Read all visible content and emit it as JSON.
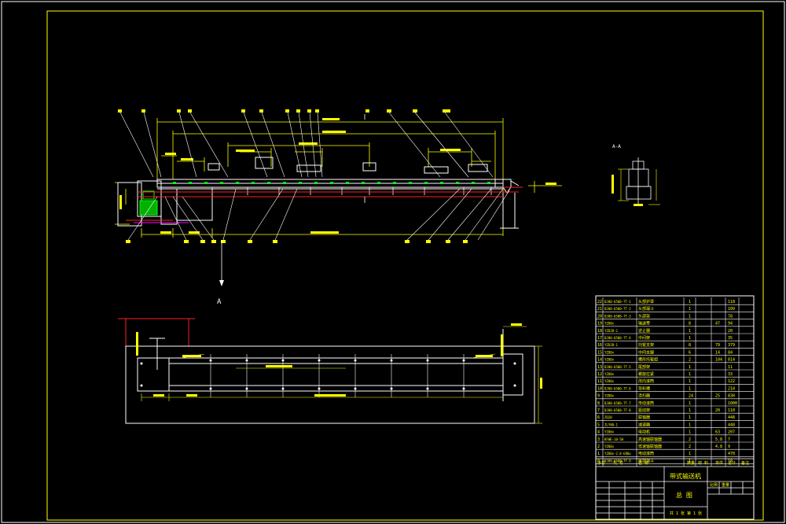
{
  "title_block": {
    "machine_name": "带式输送机",
    "drawing_name": "总 图",
    "sheet_text": "共 1 张  第 1 张",
    "scale_label": "比例",
    "mass_label": "重量",
    "remarks_label": "备注"
  },
  "bom_header": {
    "no": "序号",
    "code": "代 号",
    "name": "名 称",
    "qty": "数量",
    "material": "材 料",
    "single": "单件",
    "total": "总计",
    "note": "备注"
  },
  "bom": [
    {
      "no": "22",
      "code": "DJ80-6500-7T-1",
      "name": "头部护罩",
      "qty": "1",
      "total": "118"
    },
    {
      "no": "21",
      "code": "DJ80-6500-7T-2",
      "name": "头部漏斗",
      "qty": "1",
      "total": "109"
    },
    {
      "no": "20",
      "code": "DJ80-6500-7T-3",
      "name": "头部架",
      "qty": "1",
      "total": "78"
    },
    {
      "no": "19",
      "code": "YZ80x",
      "name": "输送带",
      "qty": "8",
      "single": "47",
      "total": "94"
    },
    {
      "no": "18",
      "code": "YZDJB-2",
      "name": "逆止器",
      "qty": "1",
      "total": "20"
    },
    {
      "no": "17",
      "code": "DJ80-6500-7T-4",
      "name": "中间架",
      "qty": "1",
      "total": "35"
    },
    {
      "no": "16",
      "code": "YZDJB-1",
      "name": "托辊支架",
      "qty": "8",
      "single": "79",
      "total": "379"
    },
    {
      "no": "15",
      "code": "YZ80x",
      "name": "中间支腿",
      "qty": "6",
      "single": "14",
      "total": "84"
    },
    {
      "no": "14",
      "code": "YZ80x",
      "name": "槽形托辊组",
      "qty": "2",
      "single": "104",
      "total": "814"
    },
    {
      "no": "13",
      "code": "DJ80-6500-7T-5",
      "name": "尾部架",
      "qty": "1",
      "total": "11"
    },
    {
      "no": "12",
      "code": "YZ80x",
      "name": "螺旋拉紧",
      "qty": "1",
      "total": "33"
    },
    {
      "no": "11",
      "code": "YZ80x",
      "name": "改向滚筒",
      "qty": "1",
      "total": "122"
    },
    {
      "no": "10",
      "code": "DJ80-6500-7T-6",
      "name": "导料槽",
      "qty": "1",
      "total": "210"
    },
    {
      "no": "9",
      "code": "YZ80x",
      "name": "清扫器",
      "qty": "24",
      "single": "25",
      "total": "830"
    },
    {
      "no": "8",
      "code": "DJ80-6500-7T-7",
      "name": "传动滚筒",
      "qty": "1",
      "total": "1000"
    },
    {
      "no": "7",
      "code": "DJ80-6500-7T-8",
      "name": "驱动架",
      "qty": "1",
      "single": "20",
      "total": "110"
    },
    {
      "no": "6",
      "code": "ZQ20",
      "name": "联轴器",
      "qty": "1",
      "total": "448"
    },
    {
      "no": "5",
      "code": "ZLY80-1",
      "name": "减速器",
      "qty": "1",
      "total": "448"
    },
    {
      "no": "4",
      "code": "YZ80x",
      "name": "电动机",
      "qty": "1",
      "single": "63",
      "total": "207"
    },
    {
      "no": "3",
      "code": "KFWE-10-5H",
      "name": "高速轴联轴器",
      "qty": "2",
      "single": "5.8",
      "total": "7"
    },
    {
      "no": "2",
      "code": "YZ80x",
      "name": "低速轴联轴器",
      "qty": "2",
      "single": "4.8",
      "total": "9"
    },
    {
      "no": "1",
      "code": "YZ80x-2.8-E80x",
      "name": "电动滚筒",
      "qty": "1",
      "total": "470"
    },
    {
      "no": "0",
      "code": "DJ80-6500-7T-9",
      "name": "尾部漏斗",
      "qty": "1",
      "total": "18"
    }
  ],
  "views": {
    "section_label": "A-A",
    "view_arrow": "A"
  },
  "colors": {
    "frame": "#ffff00",
    "outline": "#ffffff",
    "dimension": "#ffff00",
    "centerline": "#ff2020",
    "accent": "#00ff00",
    "magenta": "#ff00ff"
  }
}
